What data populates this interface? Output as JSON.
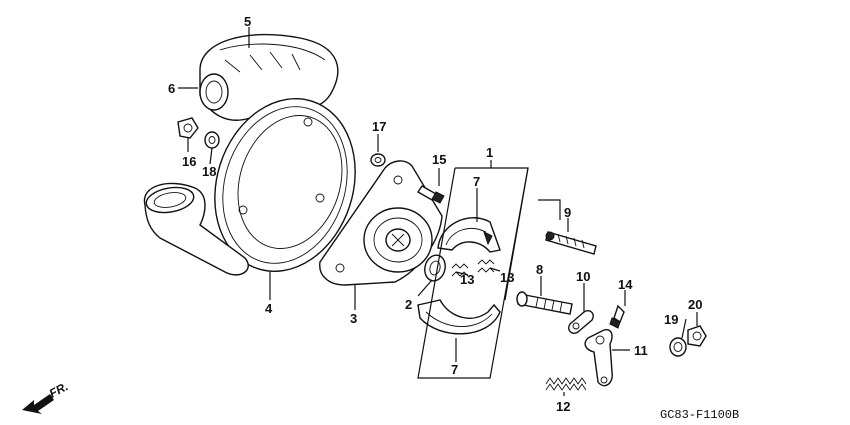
{
  "callouts": [
    {
      "id": "c1",
      "text": "1"
    },
    {
      "id": "c2",
      "text": "2"
    },
    {
      "id": "c3",
      "text": "3"
    },
    {
      "id": "c4",
      "text": "4"
    },
    {
      "id": "c5",
      "text": "5"
    },
    {
      "id": "c6",
      "text": "6"
    },
    {
      "id": "c7a",
      "text": "7"
    },
    {
      "id": "c7b",
      "text": "7"
    },
    {
      "id": "c8",
      "text": "8"
    },
    {
      "id": "c9",
      "text": "9"
    },
    {
      "id": "c10",
      "text": "10"
    },
    {
      "id": "c11",
      "text": "11"
    },
    {
      "id": "c12",
      "text": "12"
    },
    {
      "id": "c13a",
      "text": "13"
    },
    {
      "id": "c13b",
      "text": "13"
    },
    {
      "id": "c14",
      "text": "14"
    },
    {
      "id": "c15",
      "text": "15"
    },
    {
      "id": "c16",
      "text": "16"
    },
    {
      "id": "c17",
      "text": "17"
    },
    {
      "id": "c18",
      "text": "18"
    },
    {
      "id": "c19",
      "text": "19"
    },
    {
      "id": "c20",
      "text": "20"
    }
  ],
  "direction_label": "FR.",
  "diagram_code": "GC83-F1100B"
}
